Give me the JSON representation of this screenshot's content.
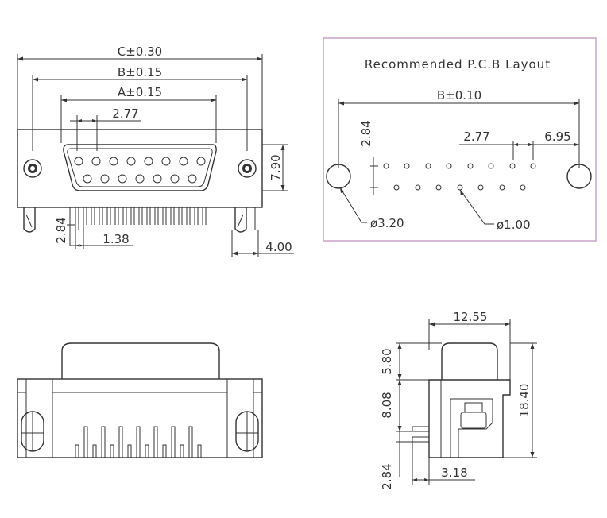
{
  "colors": {
    "line": "#333333",
    "pcb_frame": "#c8a2c8",
    "background": "#ffffff"
  },
  "front_view": {
    "dims": {
      "c": "C±0.30",
      "b": "B±0.15",
      "a": "A±0.15",
      "pitch": "2.77",
      "height": "7.90",
      "row_gap": "2.84",
      "pin_width": "1.38",
      "mount": "4.00"
    }
  },
  "pcb_layout": {
    "title": "Recommended P.C.B Layout",
    "dims": {
      "b": "B±0.10",
      "row_gap": "2.84",
      "pitch": "2.77",
      "offset": "6.95",
      "hole_large": "ø3.20",
      "hole_small": "ø1.00"
    }
  },
  "side_view": {
    "dims": {
      "width": "12.55",
      "shell": "5.80",
      "body": "8.08",
      "total": "18.40",
      "pin": "2.84",
      "depth": "3.18"
    }
  }
}
